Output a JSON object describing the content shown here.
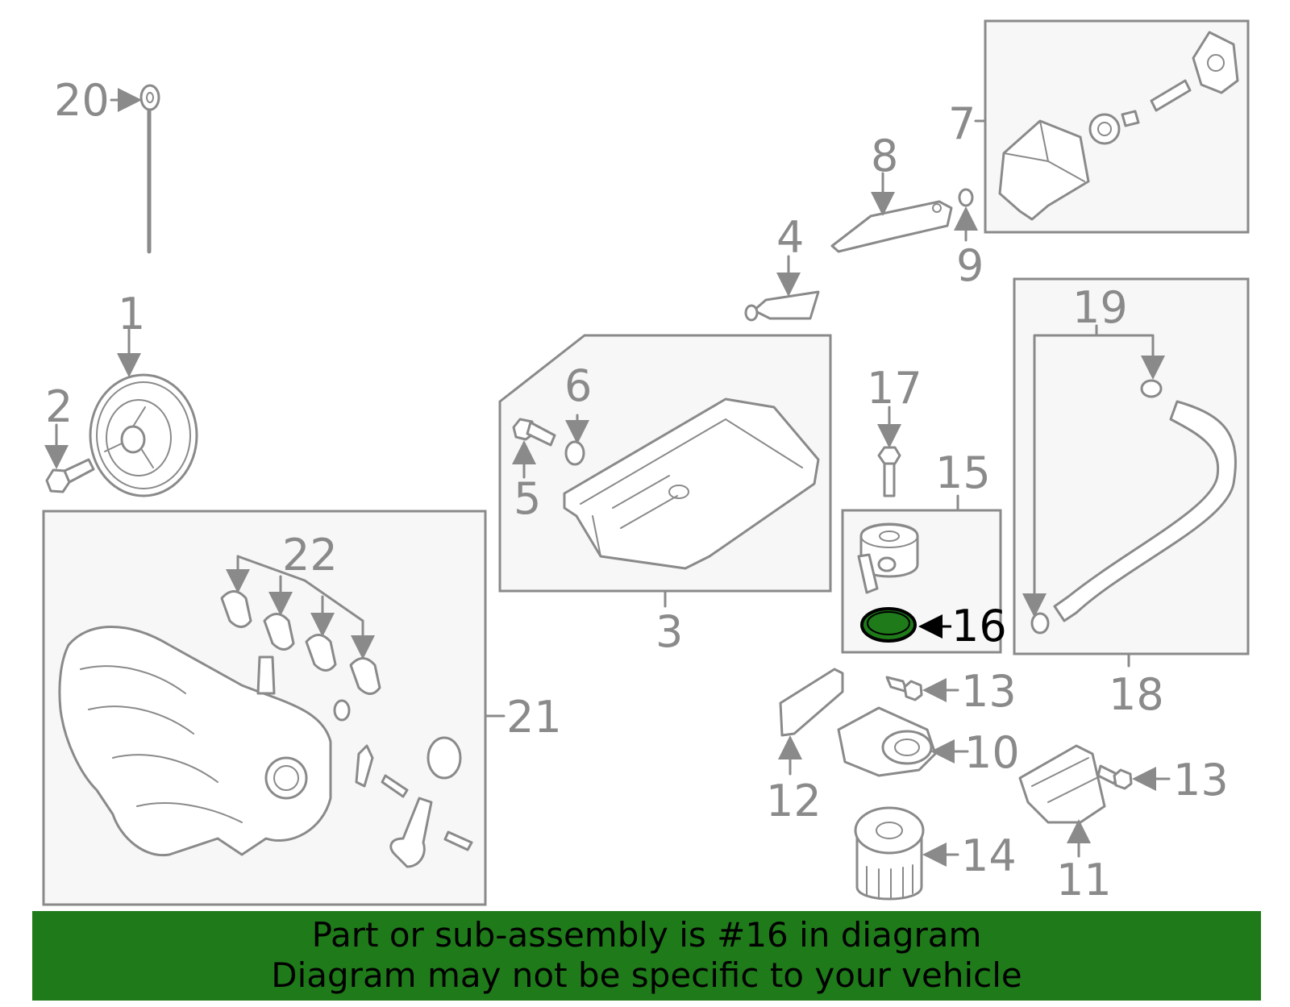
{
  "callouts": {
    "c1": "1",
    "c2": "2",
    "c3": "3",
    "c4": "4",
    "c5": "5",
    "c6": "6",
    "c7": "7",
    "c8": "8",
    "c9": "9",
    "c10": "10",
    "c11": "11",
    "c12": "12",
    "c13a": "13",
    "c13b": "13",
    "c14": "14",
    "c15": "15",
    "c16": "16",
    "c17": "17",
    "c18": "18",
    "c19": "19",
    "c20": "20",
    "c21": "21",
    "c22": "22"
  },
  "highlighted_part": "16",
  "colors": {
    "highlight": "#1f7a1a",
    "line_art": "#8a8a8a",
    "box_fill": "#f7f7f7"
  },
  "banner": {
    "line1": "Part or sub-assembly is #16 in diagram",
    "line2": "Diagram may not be specific to your vehicle"
  }
}
